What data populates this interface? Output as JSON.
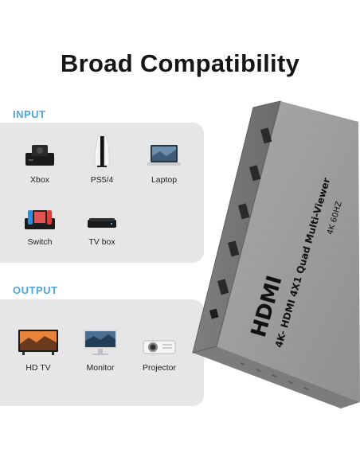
{
  "title": "Broad Compatibility",
  "input": {
    "label": "INPUT",
    "devices": [
      {
        "name": "Xbox",
        "icon": "xbox-icon"
      },
      {
        "name": "PS5/4",
        "icon": "ps5-icon"
      },
      {
        "name": "Laptop",
        "icon": "laptop-icon"
      },
      {
        "name": "Switch",
        "icon": "switch-icon"
      },
      {
        "name": "TV box",
        "icon": "tv-box-icon"
      }
    ]
  },
  "output": {
    "label": "OUTPUT",
    "devices": [
      {
        "name": "HD TV",
        "icon": "hd-tv-icon"
      },
      {
        "name": "Monitor",
        "icon": "monitor-icon"
      },
      {
        "name": "Projector",
        "icon": "projector-icon"
      }
    ]
  },
  "product": {
    "logo": "HDMI",
    "model": "4K- HDMI 4X1 Quad  Multi-Viewer",
    "spec": "4K 60HZ"
  }
}
